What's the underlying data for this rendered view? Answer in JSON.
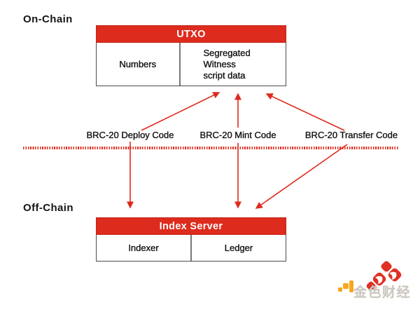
{
  "colors": {
    "red": "#dd2b1e",
    "red_dark": "#c22417",
    "border_dark": "#4d4d4f",
    "divider_gray": "#77787b",
    "logo_orange": "#f5a81f",
    "watermark_gray": "#c9c7c4"
  },
  "zones": {
    "on_chain": "On-Chain",
    "off_chain": "Off-Chain"
  },
  "utxo_table": {
    "header": "UTXO",
    "cell_left": "Numbers",
    "cell_right": "Segregated\nWitness\nscript data"
  },
  "code_labels": [
    "BRC-20 Deploy Code",
    "BRC-20 Mint Code",
    "BRC-20 Transfer Code"
  ],
  "index_table": {
    "header": "Index Server",
    "cell_left": "Indexer",
    "cell_right": "Ledger"
  },
  "watermark": {
    "text": "金色财经"
  }
}
